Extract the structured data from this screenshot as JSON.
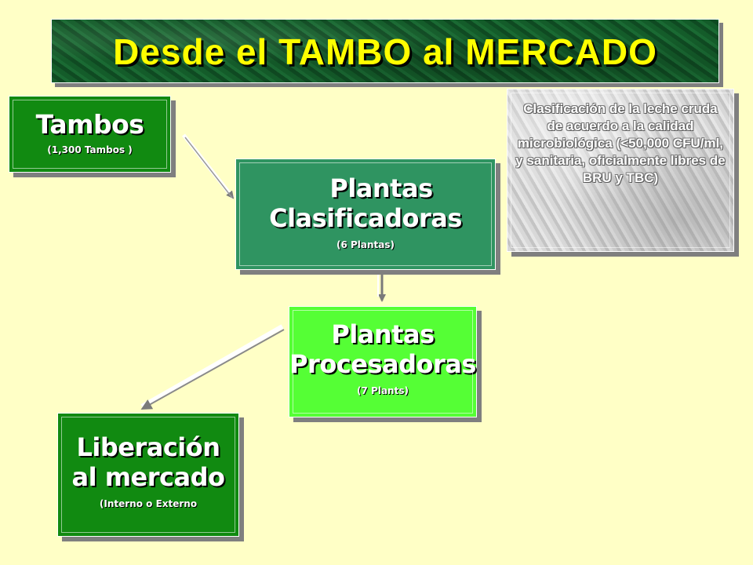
{
  "title": "Desde el TAMBO al MERCADO",
  "nodes": {
    "tambos": {
      "label": "Tambos",
      "sub": "(1,300 Tambos )"
    },
    "clasificadoras": {
      "label_line1": "Plantas",
      "label_line2": "Clasificadoras",
      "sub": "(6 Plantas)"
    },
    "procesadoras": {
      "label_line1": "Plantas",
      "label_line2": "Procesadoras",
      "sub": "(7 Plants)"
    },
    "liberacion": {
      "label_line1": "Liberación",
      "label_line2": "al mercado",
      "sub": "(Interno o Externo"
    },
    "clasificacion_note": {
      "text": "Clasificación de la leche cruda de acuerdo a la calidad microbiológica (<50,000 CFU/ml, y sanitaria, oficialmente libres de BRU y TBC)"
    }
  },
  "colors": {
    "background": "#ffffc6",
    "title_text": "#ffff00",
    "title_bar": "#145c2a",
    "tambos": "#118a11",
    "clasificadoras": "#2f9461",
    "procesadoras": "#55ff35",
    "liberacion": "#118a11",
    "note": "#d0d0d0"
  }
}
